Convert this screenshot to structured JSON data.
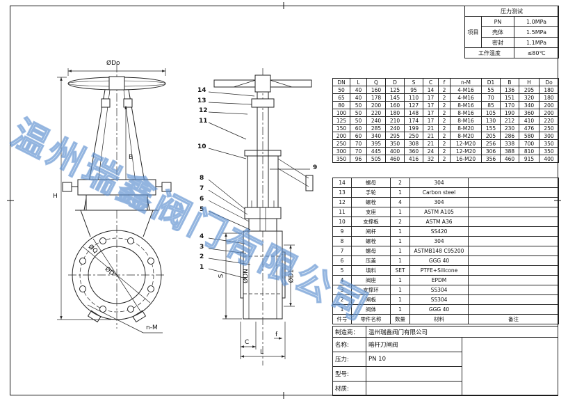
{
  "watermark": {
    "text": "温州瑞鑫阀门有限公司",
    "color": "#6f9fd8"
  },
  "pressure_table": {
    "title": "压力测试",
    "group_label": "项目",
    "pn_label": "PN",
    "pn_value": "1.0MPa",
    "shell_label": "壳体",
    "shell_value": "1.5MPa",
    "seal_label": "密封",
    "seal_value": "1.1MPa",
    "temp_label": "工作温度",
    "temp_value": "≤80℃"
  },
  "dims": {
    "header": [
      "DN",
      "L",
      "Q",
      "D",
      "S",
      "C",
      "f",
      "n-M",
      "D1",
      "B",
      "H",
      "Do"
    ],
    "rows": [
      [
        "50",
        "40",
        "160",
        "125",
        "95",
        "14",
        "2",
        "4-M16",
        "55",
        "136",
        "295",
        "180"
      ],
      [
        "65",
        "40",
        "178",
        "145",
        "110",
        "17",
        "2",
        "4-M16",
        "70",
        "151",
        "320",
        "180"
      ],
      [
        "80",
        "50",
        "200",
        "160",
        "127",
        "17",
        "2",
        "8-M16",
        "85",
        "170",
        "340",
        "200"
      ],
      [
        "100",
        "50",
        "220",
        "180",
        "148",
        "17",
        "2",
        "8-M16",
        "105",
        "190",
        "360",
        "200"
      ],
      [
        "125",
        "50",
        "240",
        "210",
        "174",
        "17",
        "2",
        "8-M16",
        "130",
        "212",
        "410",
        "220"
      ],
      [
        "150",
        "60",
        "285",
        "240",
        "199",
        "21",
        "2",
        "8-M20",
        "155",
        "230",
        "476",
        "250"
      ],
      [
        "200",
        "60",
        "340",
        "295",
        "250",
        "21",
        "2",
        "8-M20",
        "205",
        "286",
        "580",
        "300"
      ],
      [
        "250",
        "70",
        "395",
        "350",
        "308",
        "21",
        "2",
        "12-M20",
        "256",
        "338",
        "700",
        "350"
      ],
      [
        "300",
        "70",
        "445",
        "400",
        "360",
        "24",
        "2",
        "12-M20",
        "306",
        "388",
        "810",
        "350"
      ],
      [
        "350",
        "96",
        "505",
        "460",
        "416",
        "32",
        "2",
        "16-M20",
        "356",
        "460",
        "915",
        "400"
      ]
    ]
  },
  "bom": {
    "header": [
      "件号",
      "零件名称",
      "数量",
      "材料",
      "备注"
    ],
    "rows": [
      [
        "14",
        "螺母",
        "2",
        "304",
        ""
      ],
      [
        "13",
        "手轮",
        "1",
        "Carbon steel",
        ""
      ],
      [
        "12",
        "螺栓",
        "4",
        "304",
        ""
      ],
      [
        "11",
        "支座",
        "1",
        "ASTM A105",
        ""
      ],
      [
        "10",
        "支撑板",
        "2",
        "ASTM A36",
        ""
      ],
      [
        "9",
        "闸杆",
        "1",
        "SS420",
        ""
      ],
      [
        "8",
        "螺栓",
        "1",
        "304",
        ""
      ],
      [
        "7",
        "螺母",
        "1",
        "ASTMB148 C95200",
        ""
      ],
      [
        "6",
        "压盖",
        "1",
        "GGG 40",
        ""
      ],
      [
        "5",
        "填料",
        "SET",
        "PTFE+Silicone",
        ""
      ],
      [
        "4",
        "阀座",
        "1",
        "EPDM",
        ""
      ],
      [
        "3",
        "支撑环",
        "1",
        "SS304",
        ""
      ],
      [
        "2",
        "闸板",
        "1",
        "SS304",
        ""
      ],
      [
        "1",
        "阀体",
        "1",
        "GGG 40",
        ""
      ]
    ]
  },
  "title_block": {
    "manufacturer_label": "制造商：",
    "manufacturer": "温州瑞鑫阀门有限公司",
    "name_label": "名称:",
    "name": "暗杆刀闸阀",
    "pressure_label": "压力:",
    "pressure": "PN 10",
    "model_label": "型号:",
    "model": "",
    "material_label": "材质:",
    "material": ""
  },
  "drawing": {
    "front_labels": {
      "odo": "ØDo",
      "h": "H",
      "b": "B",
      "oq": "ØQ",
      "od": "ØD",
      "nm": "n-M"
    },
    "side_labels": {
      "s": "S",
      "odn": "ØDN",
      "od1": "ØD1",
      "c": "C",
      "l": "L",
      "f": "f"
    },
    "balloons": [
      "1",
      "2",
      "3",
      "4",
      "5",
      "6",
      "7",
      "8",
      "9",
      "10",
      "11",
      "12",
      "13",
      "14"
    ]
  }
}
